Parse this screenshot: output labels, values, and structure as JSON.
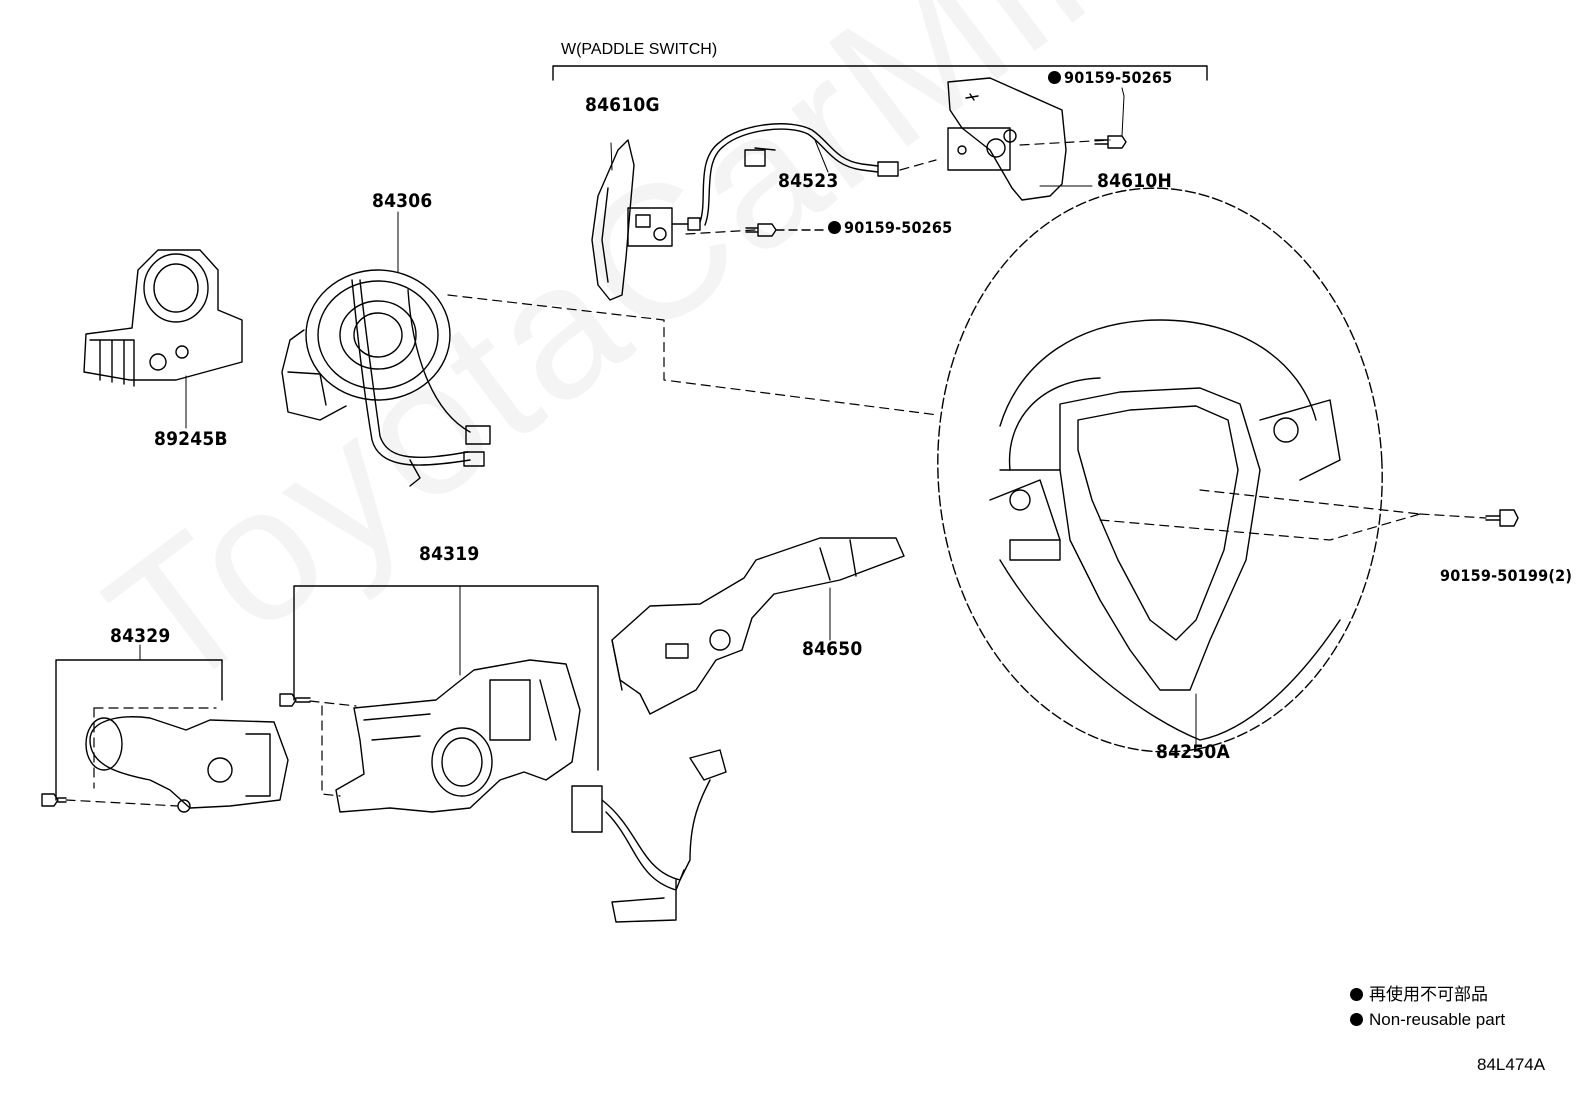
{
  "header_note": "W(PADDLE SWITCH)",
  "watermark": "ToyotaCarMine.ru",
  "parts": {
    "p84610G": "84610G",
    "p84523": "84523",
    "p84610H": "84610H",
    "p90159_50265_top": "90159-50265",
    "p90159_50265_mid": "90159-50265",
    "p84306": "84306",
    "p89245B": "89245B",
    "p84319": "84319",
    "p84329": "84329",
    "p84650": "84650",
    "p84250A": "84250A",
    "p90159_50199": "90159-50199(2)"
  },
  "legend": {
    "line1": "再使用不可部品",
    "line2": "Non-reusable part"
  },
  "diagram_code": "84L474A"
}
